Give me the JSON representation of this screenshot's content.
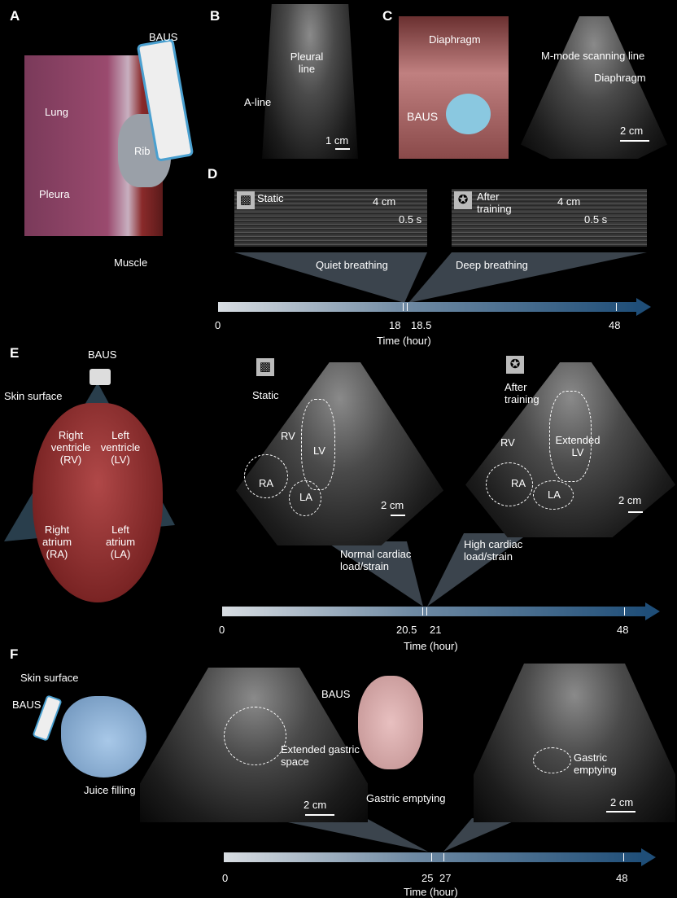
{
  "panelA": {
    "label": "A",
    "baus": "BAUS",
    "lung": "Lung",
    "rib": "Rib",
    "pleura": "Pleura",
    "muscle": "Muscle"
  },
  "panelB": {
    "label": "B",
    "pleural_line": "Pleural line",
    "a_line": "A-line",
    "scale": "1 cm"
  },
  "panelC": {
    "label": "C",
    "diaphragm_ill": "Diaphragm",
    "baus": "BAUS",
    "mmode": "M-mode scanning line",
    "diaphragm_us": "Diaphragm",
    "scale": "2 cm"
  },
  "panelD": {
    "label": "D",
    "static": "Static",
    "after_training": "After training",
    "scale_y": "4 cm",
    "scale_x": "0.5 s",
    "quiet": "Quiet breathing",
    "deep": "Deep breathing",
    "timeline": {
      "ticks": [
        "0",
        "18",
        "18.5",
        "48"
      ],
      "axis_label": "Time (hour)"
    }
  },
  "panelE": {
    "label": "E",
    "baus": "BAUS",
    "skin": "Skin surface",
    "rv": "Right ventricle (RV)",
    "lv": "Left ventricle (LV)",
    "ra": "Right atrium (RA)",
    "la": "Left atrium (LA)",
    "static": "Static",
    "after_training": "After training",
    "RV": "RV",
    "LV": "LV",
    "RA": "RA",
    "LA": "LA",
    "extended_lv": "Extended LV",
    "scale": "2 cm",
    "normal": "Normal cardiac load/strain",
    "high": "High cardiac load/strain",
    "timeline": {
      "ticks": [
        "0",
        "20.5",
        "21",
        "48"
      ],
      "axis_label": "Time (hour)"
    }
  },
  "panelF": {
    "label": "F",
    "skin": "Skin surface",
    "baus": "BAUS",
    "juice": "Juice filling",
    "extended": "Extended gastric space",
    "scale": "2 cm",
    "baus2": "BAUS",
    "emptying": "Gastric emptying",
    "emptying2": "Gastric emptying",
    "timeline": {
      "ticks": [
        "0",
        "25",
        "27",
        "48"
      ],
      "axis_label": "Time (hour)"
    }
  }
}
